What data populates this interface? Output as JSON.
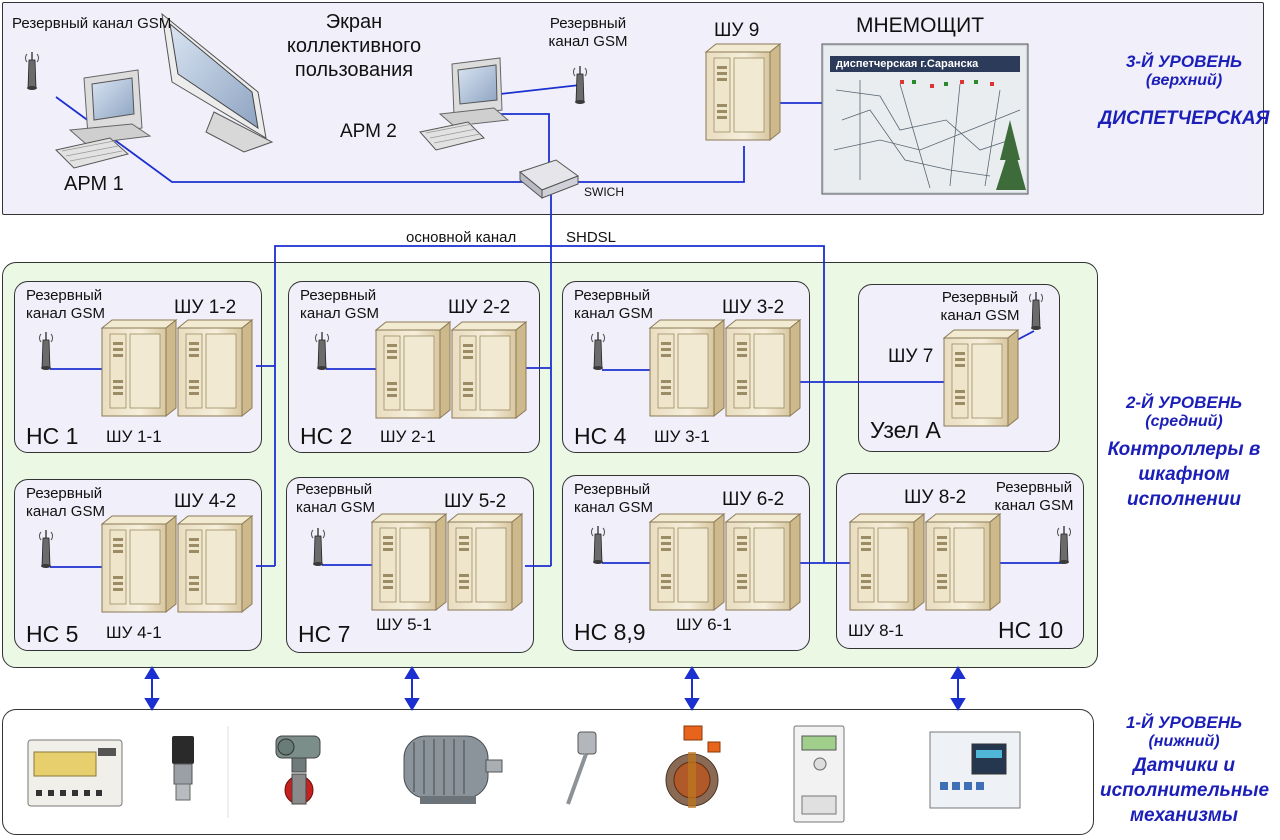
{
  "colors": {
    "line": "#1c2fd0",
    "top_panel": "#f1f0fa",
    "mid_panel": "#eaf8e4",
    "level_text": "#1b1fb8"
  },
  "top": {
    "gsm1": "Резервный канал GSM",
    "gsm2": "Резервный канал GSM",
    "screen": "Экран коллективного пользования",
    "arm1": "АРМ 1",
    "arm2": "АРМ 2",
    "shu9": "ШУ 9",
    "mnemo": "МНЕМОЩИТ",
    "mnemo_sign": "диспетчерская г.Саранска",
    "switch": "SWICH"
  },
  "channel": {
    "main": "основной канал",
    "shdsl": "SHDSL"
  },
  "cells": [
    {
      "gsm": "Резервный канал GSM",
      "shu_a": "ШУ 1-2",
      "shu_b": "ШУ 1-1",
      "ns": "НС 1"
    },
    {
      "gsm": "Резервный канал GSM",
      "shu_a": "ШУ 2-2",
      "shu_b": "ШУ 2-1",
      "ns": "НС 2"
    },
    {
      "gsm": "Резервный канал GSM",
      "shu_a": "ШУ 3-2",
      "shu_b": "ШУ 3-1",
      "ns": "НС 4"
    },
    {
      "gsm": "Резервный канал GSM",
      "shu_a": "ШУ 7",
      "ns": "Узел А"
    },
    {
      "gsm": "Резервный канал GSM",
      "shu_a": "ШУ 4-2",
      "shu_b": "ШУ 4-1",
      "ns": "НС 5"
    },
    {
      "gsm": "Резервный канал GSM",
      "shu_a": "ШУ 5-2",
      "shu_b": "ШУ 5-1",
      "ns": "НС 7"
    },
    {
      "gsm": "Резервный канал GSM",
      "shu_a": "ШУ 6-2",
      "shu_b": "ШУ 6-1",
      "ns": "НС 8,9"
    },
    {
      "gsm": "Резервный канал GSM",
      "shu_a": "ШУ 8-2",
      "shu_b": "ШУ 8-1",
      "ns": "НС 10"
    }
  ],
  "levels": [
    {
      "title": "3-Й УРОВЕНЬ",
      "sub": "(верхний)",
      "desc": "ДИСПЕТЧЕРСКАЯ"
    },
    {
      "title": "2-Й УРОВЕНЬ",
      "sub": "(средний)",
      "desc": "Контроллеры в шкафном исполнении"
    },
    {
      "title": "1-Й УРОВЕНЬ",
      "sub": "(нижний)",
      "desc": "Датчики и исполнительные механизмы"
    }
  ],
  "devices": [
    "sensor-module",
    "pressure-sensor",
    "valve-actuator",
    "electric-motor",
    "temperature-probe",
    "butterfly-valve",
    "electricity-meter",
    "relay-protection-unit"
  ]
}
